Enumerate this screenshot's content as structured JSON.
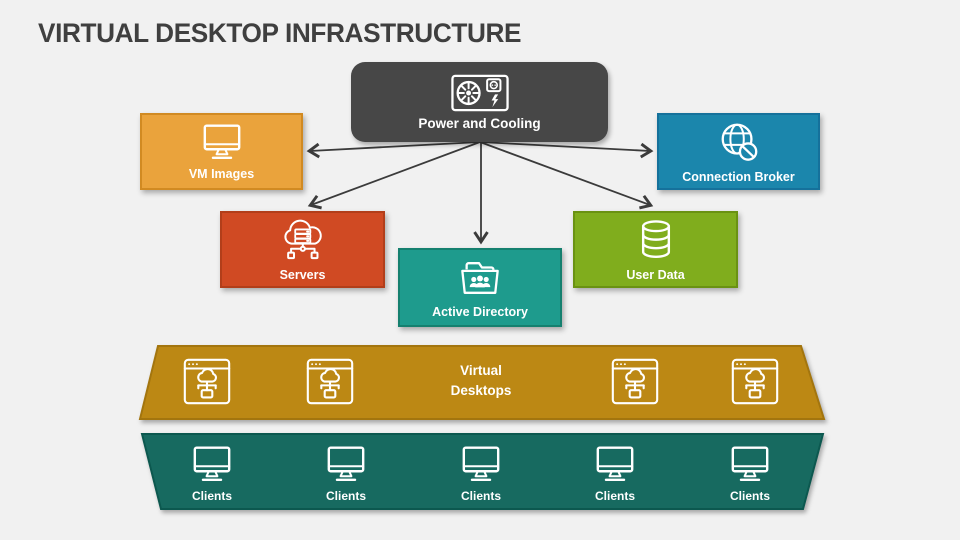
{
  "slide": {
    "title": "VIRTUAL DESKTOP INFRASTRUCTURE",
    "background_color": "#F1F1F1",
    "title_color": "#3F3F3F",
    "arrow_color": "#3B3B3B"
  },
  "nodes": {
    "power_cooling": {
      "label": "Power and Cooling",
      "color": "#474747",
      "icon": "power-supply-fan-icon"
    },
    "vm_images": {
      "label": "VM Images",
      "color": "#EAA33C",
      "icon": "monitor-icon"
    },
    "connection_broker": {
      "label": "Connection Broker",
      "color": "#1B86AC",
      "icon": "globe-blocked-icon"
    },
    "servers": {
      "label": "Servers",
      "color": "#D04A23",
      "icon": "cloud-server-icon"
    },
    "active_directory": {
      "label": "Active Directory",
      "color": "#1E9B8D",
      "icon": "folder-users-icon"
    },
    "user_data": {
      "label": "User Data",
      "color": "#80AD1D",
      "icon": "database-icon"
    }
  },
  "edges": [
    {
      "from": "power_cooling",
      "to": "vm_images"
    },
    {
      "from": "power_cooling",
      "to": "servers"
    },
    {
      "from": "power_cooling",
      "to": "active_directory"
    },
    {
      "from": "power_cooling",
      "to": "user_data"
    },
    {
      "from": "power_cooling",
      "to": "connection_broker"
    }
  ],
  "bands": {
    "virtual_desktops": {
      "label_lines": [
        "Virtual",
        "Desktops"
      ],
      "color": "#BC8814",
      "icon": "virtual-desktop-window-icon",
      "icon_count": 4
    },
    "clients": {
      "color": "#176A60",
      "icon": "monitor-icon",
      "items": [
        {
          "label": "Clients"
        },
        {
          "label": "Clients"
        },
        {
          "label": "Clients"
        },
        {
          "label": "Clients"
        },
        {
          "label": "Clients"
        }
      ]
    }
  }
}
